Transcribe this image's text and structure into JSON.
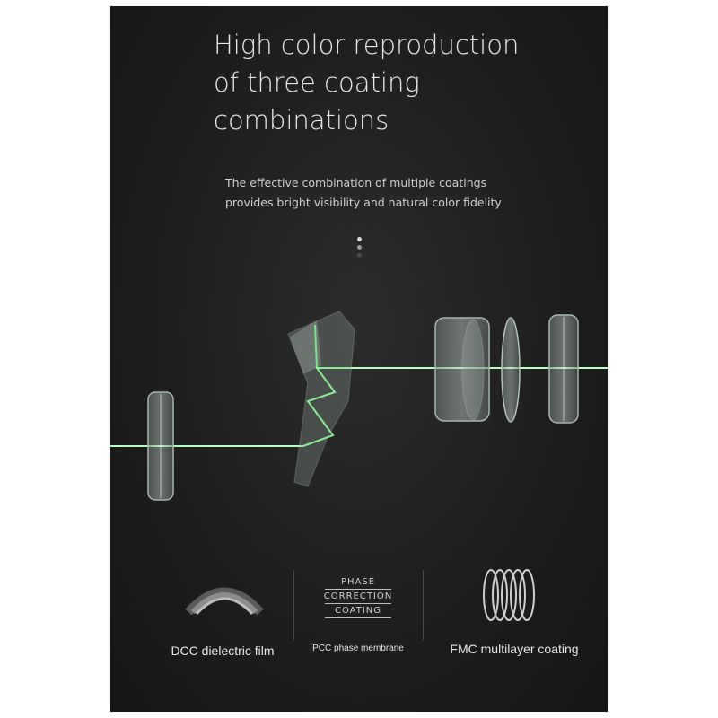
{
  "heading": {
    "line1": "High color reproduction",
    "line2": "of three coating",
    "line3": "combinations"
  },
  "subheading": {
    "line1": "The effective combination of multiple coatings",
    "line2": "provides bright visibility and natural color fidelity"
  },
  "colors": {
    "background": "#1e1e1e",
    "laser": "#3cff5a",
    "text": "#e8e8e8"
  },
  "features": [
    {
      "label": "DCC dielectric film",
      "icon": "dielectric-film-icon"
    },
    {
      "label": "PCC phase membrane",
      "icon": "phase-correction-icon",
      "icon_text": [
        "PHASE",
        "CORRECTION",
        "COATING"
      ]
    },
    {
      "label": "FMC multilayer coating",
      "icon": "multilayer-lens-icon"
    }
  ]
}
